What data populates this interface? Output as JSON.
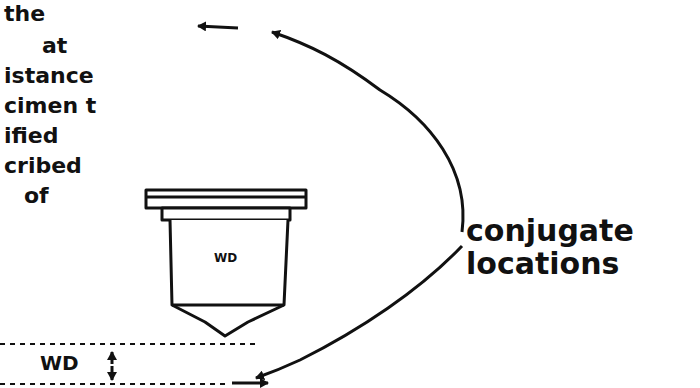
{
  "diagram": {
    "labels": [
      "the",
      "at",
      "istance",
      "cimen t",
      "ified",
      "cribed",
      "of",
      "WD",
      "WD",
      "conjugate locations"
    ]
  }
}
